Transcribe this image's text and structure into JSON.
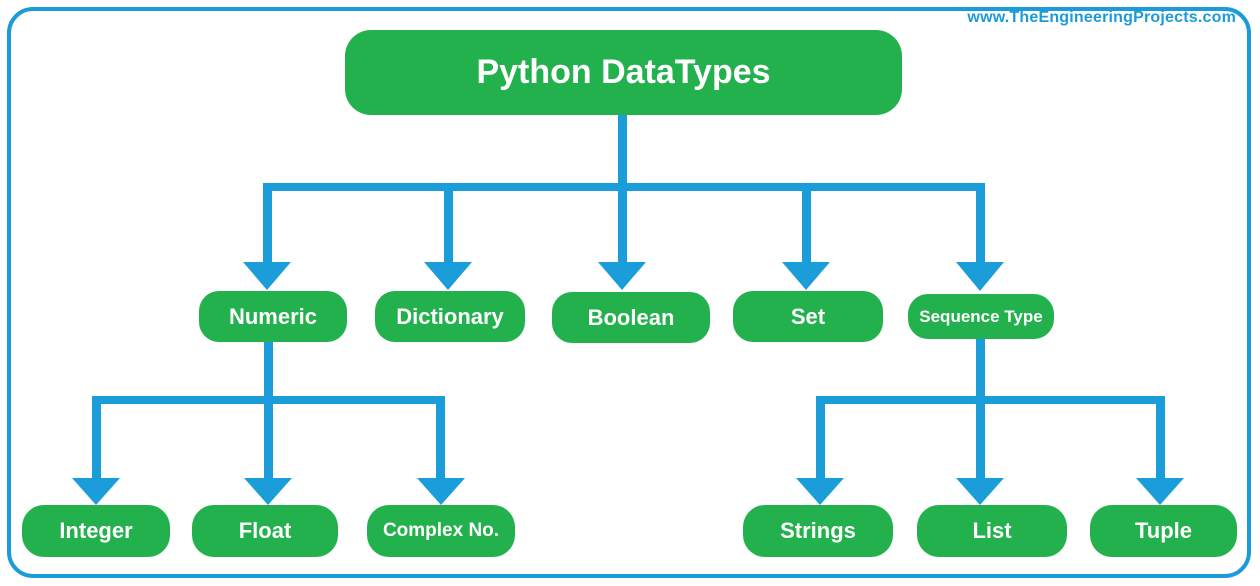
{
  "watermark": {
    "text": "www.TheEngineeringProjects.com"
  },
  "colors": {
    "box_green": "#22B14C",
    "arrow_blue": "#1B9DD9",
    "border_blue": "#1B9CD8",
    "label_text": "#FFFFFF"
  },
  "diagram": {
    "root": {
      "label": "Python DataTypes"
    },
    "level1": [
      {
        "label": "Numeric"
      },
      {
        "label": "Dictionary"
      },
      {
        "label": "Boolean"
      },
      {
        "label": "Set"
      },
      {
        "label": "Sequence Type"
      }
    ],
    "numeric_children": [
      {
        "label": "Integer"
      },
      {
        "label": "Float"
      },
      {
        "label": "Complex No."
      }
    ],
    "sequence_children": [
      {
        "label": "Strings"
      },
      {
        "label": "List"
      },
      {
        "label": "Tuple"
      }
    ]
  }
}
